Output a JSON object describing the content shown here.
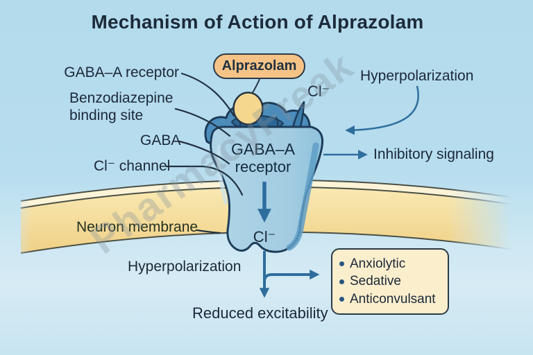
{
  "title": "Mechanism of Action of Alprazolam",
  "watermark": "PharmacyFreak",
  "drug": {
    "label": "Alprazolam"
  },
  "labels": {
    "gaba_a_receptor": "GABA–A receptor",
    "benzodiazepine_line1": "Benzodiazepine",
    "benzodiazepine_line2": "binding site",
    "gaba": "GABA",
    "cl_channel": "Cl⁻ channel",
    "hyperpolarization_top": "Hyperpolarization",
    "cl_top": "Cl⁻",
    "inhibitory_signaling": "Inhibitory signaling",
    "neuron_membrane": "Neuron membrane",
    "cl_bottom": "Cl⁻",
    "hyperpolarization_bottom": "Hyperpolarization",
    "reduced_excitability": "Reduced excitability"
  },
  "receptor": {
    "line1": "GABA–A",
    "line2": "receptor"
  },
  "effects": {
    "items": [
      "Anxiolytic",
      "Sedative",
      "Anticonvulsant"
    ]
  },
  "colors": {
    "background": "#b6dcec",
    "title_text": "#1c2b3a",
    "label_text": "#1b2838",
    "membrane": "#f2d28a",
    "membrane_highlight": "#fdf4d8",
    "receptor_body": "#a9d0e4",
    "receptor_dark": "#4b8cba",
    "receptor_inner": "#2d6694",
    "spike": "#3c7dac",
    "outline": "#1d3c59",
    "arrow": "#2e6e9d",
    "pill_fill": "#f6c387",
    "binding_site_fill": "#f5d88e",
    "box_fill": "#fbeecd",
    "bullet": "#2a5580",
    "watermark": "#84929d"
  }
}
